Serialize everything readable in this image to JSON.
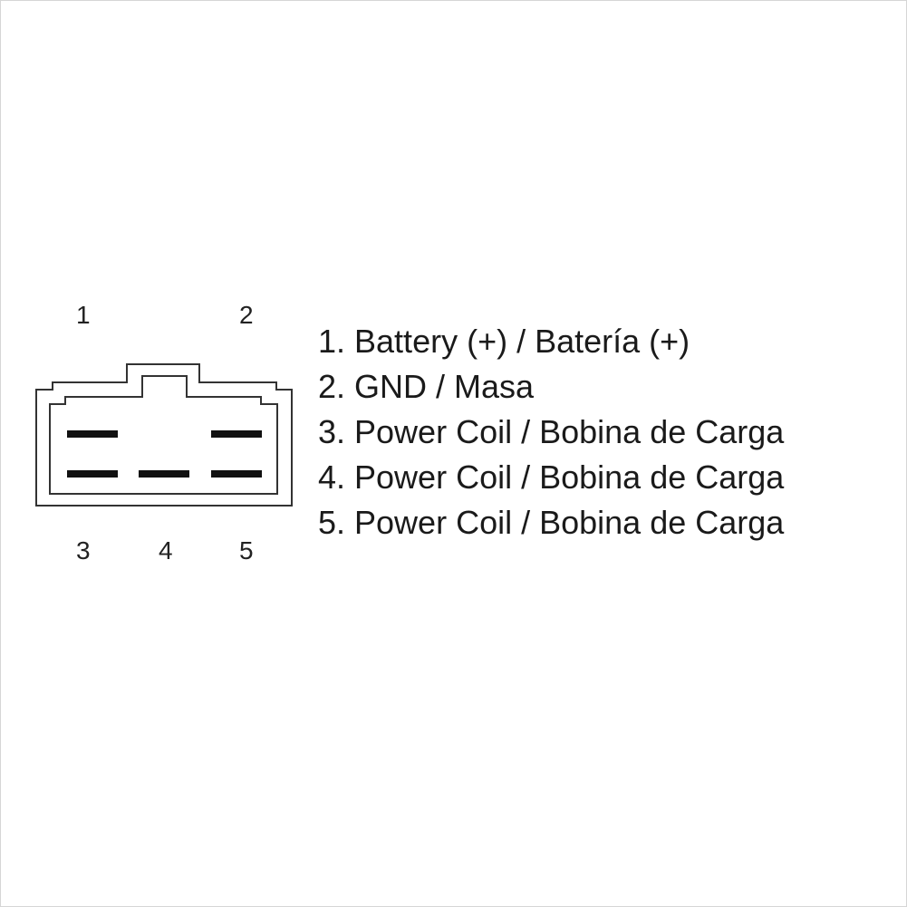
{
  "diagram": {
    "pin_numbers": [
      "1",
      "2",
      "3",
      "4",
      "5"
    ],
    "legend": [
      "1. Battery (+) / Batería (+)",
      "2. GND / Masa",
      "3. Power Coil / Bobina de Carga",
      "4. Power Coil / Bobina de Carga",
      "5. Power Coil / Bobina de Carga"
    ],
    "colors": {
      "outline": "#333333",
      "terminal": "#111111",
      "text": "#1a1a1a"
    }
  }
}
